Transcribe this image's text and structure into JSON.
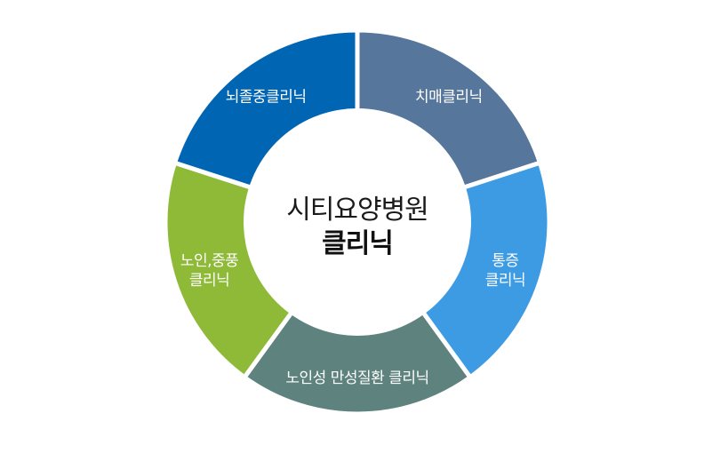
{
  "center": {
    "title": "시티요양병원",
    "subtitle": "클리닉"
  },
  "segments": [
    {
      "lines": [
        "치매클리닉"
      ],
      "color": "#57769b"
    },
    {
      "lines": [
        "통증",
        "클리닉"
      ],
      "color": "#3d9be4"
    },
    {
      "lines": [
        "노인성 만성질환 클리닉"
      ],
      "color": "#5e827e"
    },
    {
      "lines": [
        "노인,중풍",
        "클리닉"
      ],
      "color": "#8fba38"
    },
    {
      "lines": [
        "뇌졸중클리닉"
      ],
      "color": "#0065b3"
    }
  ],
  "colors": {
    "center_fill": "#ffffff",
    "separator": "#ffffff"
  }
}
